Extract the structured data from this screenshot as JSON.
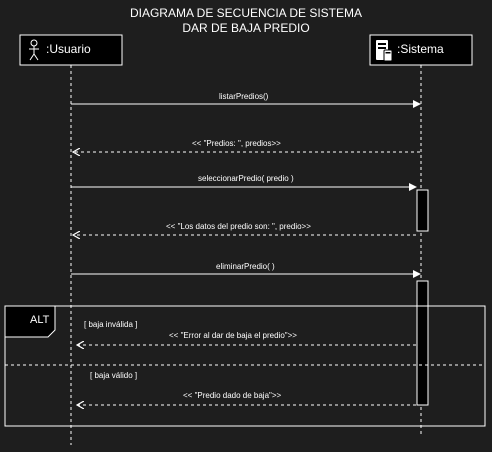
{
  "title_line1": "DIAGRAMA DE SECUENCIA DE SISTEMA",
  "title_line2": "DAR DE BAJA PREDIO",
  "participants": {
    "usuario": {
      "label": ":Usuario",
      "icon": "actor-stick-figure-icon"
    },
    "sistema": {
      "label": ":Sistema",
      "icon": "database-server-icon"
    }
  },
  "messages": [
    {
      "label": "listarPredios()",
      "type": "call"
    },
    {
      "label": "<< \"Predios: \", predios>>",
      "type": "return"
    },
    {
      "label": "seleccionarPredio( predio )",
      "type": "call"
    },
    {
      "label": "<< \"Los datos del predio son: \", predio>>",
      "type": "return"
    },
    {
      "label": "eliminarPredio( )",
      "type": "call"
    }
  ],
  "alt_fragment": {
    "tag": "ALT",
    "operands": [
      {
        "guard": "[ baja inválida ]",
        "message": "<< \"Error al dar de baja el predio\">>"
      },
      {
        "guard": "[ baja válido ]",
        "message": "<< \"Predio dado de baja\">>"
      }
    ]
  },
  "colors": {
    "background": "#1e1e1e",
    "box": "#000000",
    "stroke": "#ffffff"
  }
}
